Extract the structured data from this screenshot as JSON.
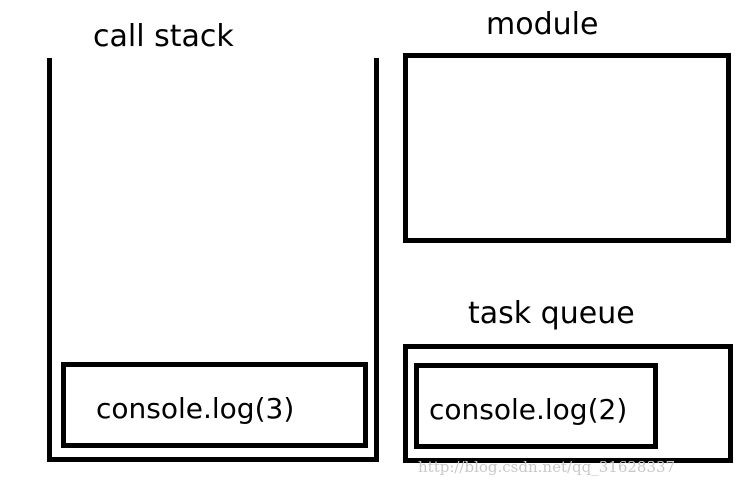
{
  "labels": {
    "call_stack": "call stack",
    "module": "module",
    "task_queue": "task queue"
  },
  "call_stack": {
    "items": [
      {
        "text": "console.log(3)"
      }
    ]
  },
  "task_queue": {
    "items": [
      {
        "text": "console.log(2)"
      }
    ]
  },
  "watermark": "http://blog.csdn.net/qq_31628337"
}
